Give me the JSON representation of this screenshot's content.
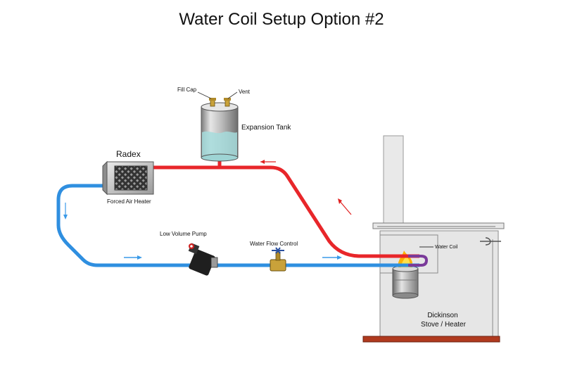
{
  "title": "Water Coil Setup Option #2",
  "labels": {
    "fill_cap": "Fill Cap",
    "vent": "Vent",
    "expansion_tank": "Expansion Tank",
    "radex": "Radex",
    "forced_air_heater": "Forced Air Heater",
    "low_volume_pump": "Low Volume Pump",
    "water_flow_control": "Water Flow Control",
    "water_coil": "Water Coil",
    "stove_line1": "Dickinson",
    "stove_line2": "Stove / Heater"
  },
  "colors": {
    "hot_line": "#e8262a",
    "cold_line": "#2f8fe0",
    "arrow": "#e02020",
    "flow_arrow": "#3a9ae8",
    "stove": "#e6e6e6",
    "tank_water": "#a6dcdc"
  }
}
